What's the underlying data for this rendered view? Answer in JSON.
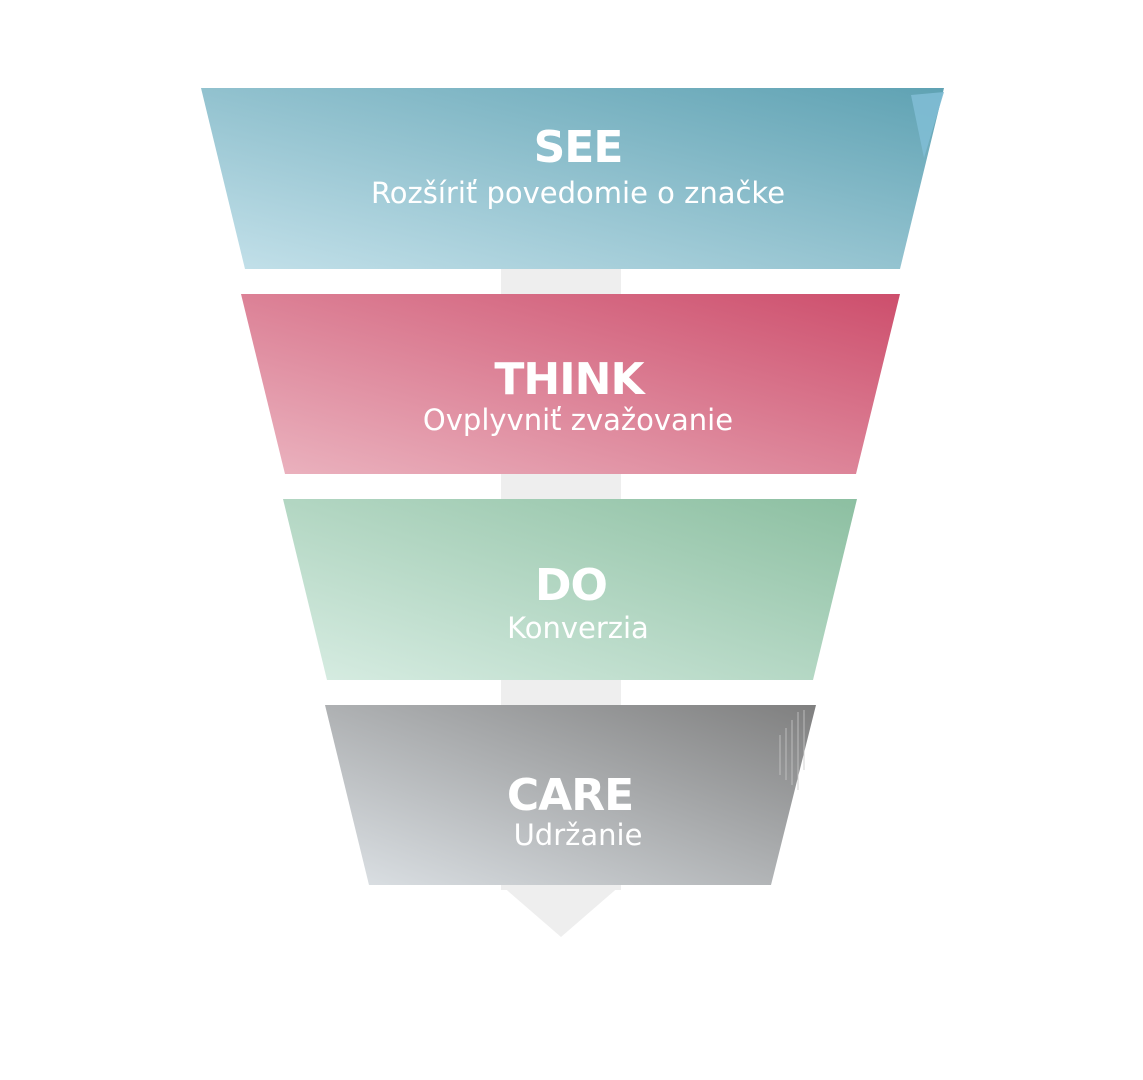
{
  "funnel": {
    "stages": [
      {
        "title": "SEE",
        "subtitle": "Rozšíriť povedomie o značke",
        "color_light": "#c4e1ea",
        "color_dark": "#5fa2b3"
      },
      {
        "title": "THINK",
        "subtitle": "Ovplyvniť zvažovanie",
        "color_light": "#ebb4c0",
        "color_dark": "#cd4e6c"
      },
      {
        "title": "DO",
        "subtitle": "Konverzia",
        "color_light": "#d8ede3",
        "color_dark": "#8cbfa1"
      },
      {
        "title": "CARE",
        "subtitle": "Udržanie",
        "color_light": "#dde2e6",
        "color_dark": "#7f7f7f"
      }
    ],
    "arrow_color": "#eeeeee"
  }
}
